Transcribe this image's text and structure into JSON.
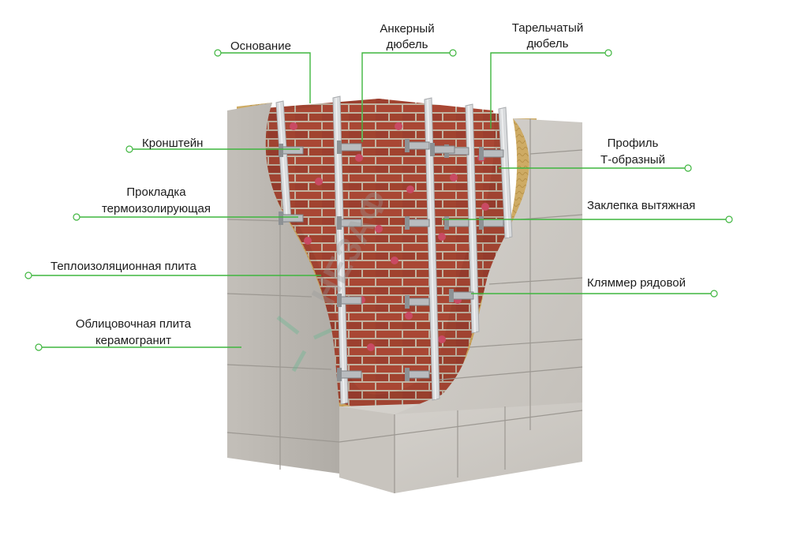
{
  "labels": {
    "osnovanie": "Основание",
    "ankernyi_1": "Анкерный",
    "ankernyi_2": "дюбель",
    "tarelchatyi_1": "Тарельчатый",
    "tarelchatyi_2": "дюбель",
    "kronshtein": "Кронштейн",
    "prokladka_1": "Прокладка",
    "prokladka_2": "термоизолирующая",
    "teploizolyacia": "Теплоизоляционная плита",
    "oblicovochnaya_1": "Облицовочная плита",
    "oblicovochnaya_2": "керамогранит",
    "profil_1": "Профиль",
    "profil_2": "Т-образный",
    "zaklepka": "Заклепка вытяжная",
    "klyammer": "Кляммер рядовой"
  },
  "watermark": "НЕЗАФ",
  "colors": {
    "leader": "#3fb63f",
    "brick": "#a64533",
    "mortar": "#c9b9a6",
    "insulation": "#c9a55a",
    "tile": "#cfccc7",
    "tile_side": "#bdb9b3",
    "profile": "#d9dbdd"
  }
}
